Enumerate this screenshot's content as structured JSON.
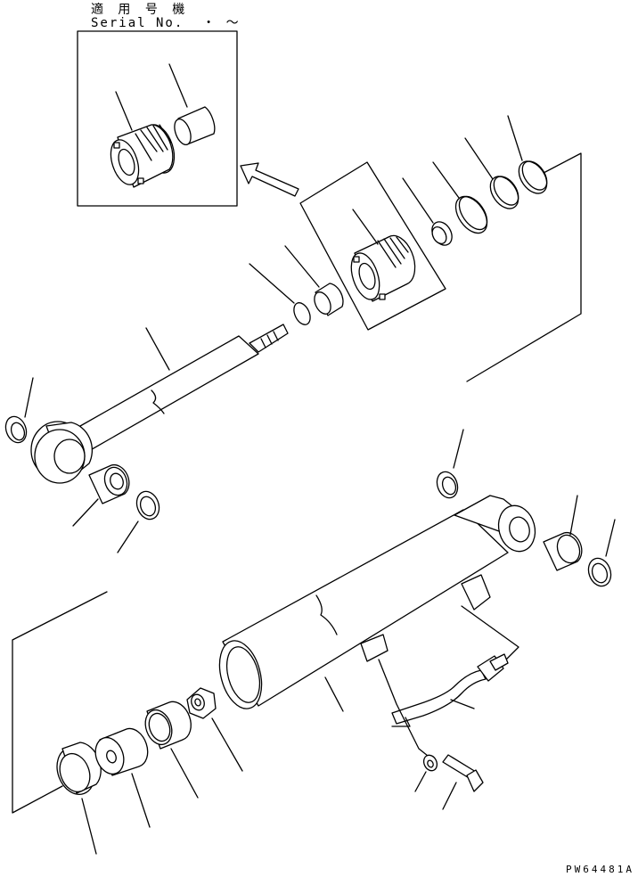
{
  "header": {
    "applicable_models": "適 用 号 機",
    "serial_no": "Serial No.  ・ ～"
  },
  "drawing_code": "PW64481A"
}
